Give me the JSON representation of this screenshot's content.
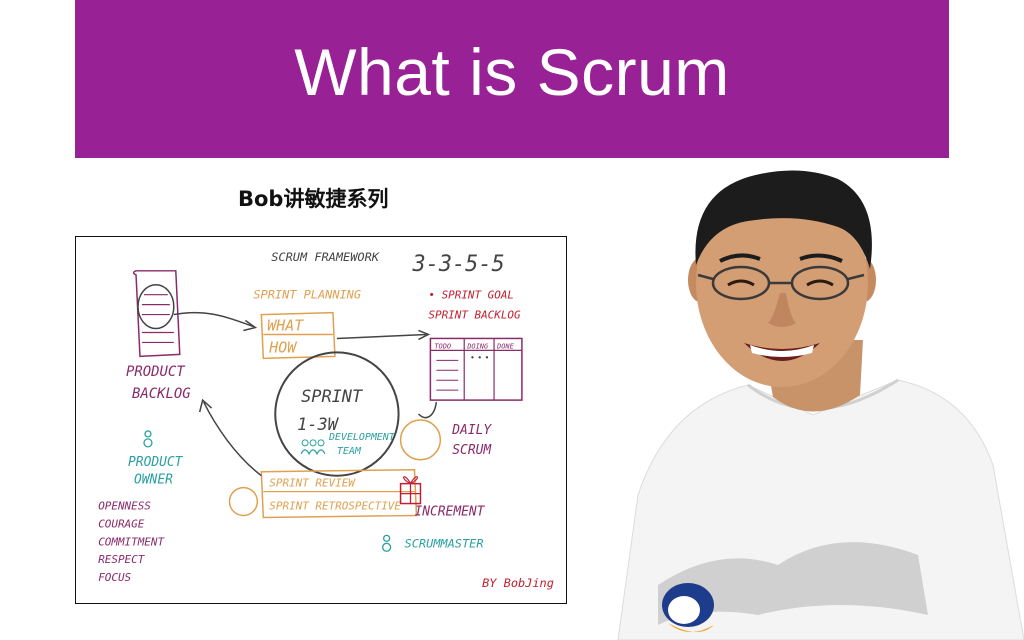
{
  "slide": {
    "title": "What is Scrum",
    "subtitle": "Bob讲敏捷系列",
    "banner_color": "#982196"
  },
  "whiteboard": {
    "heading": "SCRUM FRAMEWORK",
    "numbers": "3-3-5-5",
    "sprint_planning": "SPRINT PLANNING",
    "what": "WHAT",
    "how": "HOW",
    "sprint_goal": "• SPRINT GOAL",
    "sprint_backlog": "SPRINT BACKLOG",
    "board_columns": [
      "TODO",
      "DOING",
      "DONE"
    ],
    "product_backlog_line1": "PRODUCT",
    "product_backlog_line2": "BACKLOG",
    "sprint_line1": "SPRINT",
    "sprint_line2": "1-3W",
    "dev_team_line1": "DEVELOPMENT",
    "dev_team_line2": "TEAM",
    "daily_scrum_line1": "DAILY",
    "daily_scrum_line2": "SCRUM",
    "product_owner_line1": "PRODUCT",
    "product_owner_line2": "OWNER",
    "sprint_review": "SPRINT REVIEW",
    "sprint_retrospective": "SPRINT RETROSPECTIVE",
    "increment": "INCREMENT",
    "scrummaster": "SCRUMMASTER",
    "values": [
      "OPENNESS",
      "COURAGE",
      "COMMITMENT",
      "RESPECT",
      "FOCUS"
    ],
    "signature": "BY BobJing",
    "colors": {
      "purple": "#8a2a6a",
      "orange": "#e0a050",
      "teal": "#2aa0a0",
      "gray": "#444444",
      "red": "#c02030"
    }
  }
}
